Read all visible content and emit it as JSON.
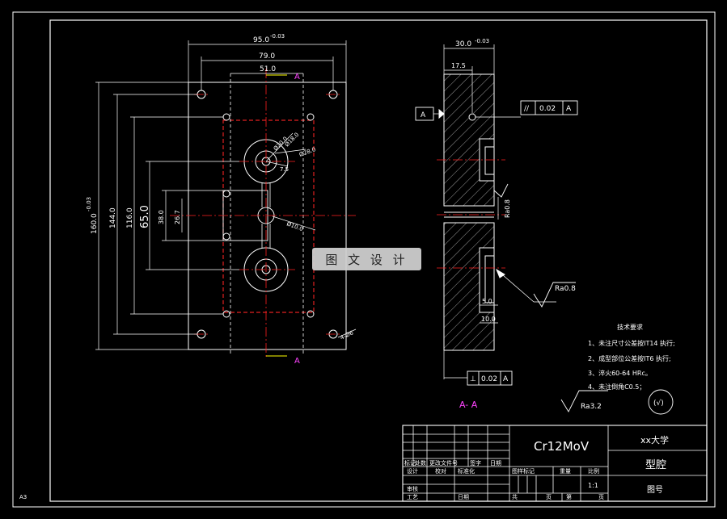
{
  "sheet": {
    "size_label": "A3"
  },
  "colors": {
    "background": "#000000",
    "line": "#ffffff",
    "center_line": "#ff2020",
    "hidden_line": "#e02020",
    "section_label": "#ff44ff",
    "cut_arrow": "#ffff00"
  },
  "front_view": {
    "dims": {
      "width_overall": "95.0",
      "width_overall_tol": "-0.03",
      "width_79": "79.0",
      "width_51": "51.0",
      "height_overall": "160.0",
      "height_overall_tol": "-0.03",
      "height_144": "144.0",
      "height_116": "116.0",
      "height_65": "65.0",
      "height_38": "38.0",
      "height_26": "26.7",
      "dia_20": "Ø20.0",
      "dia_18": "Ø18.0",
      "dia_28": "Ø28.0",
      "r_75": "7.5",
      "dia_10": "Ø10.0",
      "holes": "4-Ø6"
    },
    "section_mark": "A"
  },
  "side_view": {
    "dims": {
      "thickness": "30.0",
      "thickness_tol": "-0.03",
      "depth_17": "17.5",
      "dim_5": "5.0",
      "dim_10": "10.0"
    },
    "datum": "A",
    "parallel_tol": {
      "symbol": "//",
      "value": "0.02",
      "datum": "A"
    },
    "perp_tol": {
      "symbol": "⊥",
      "value": "0.02",
      "datum": "A"
    },
    "rough_08_a": "Ra0.8",
    "rough_08_b": "Ra0.8",
    "section_label": "A- A"
  },
  "tech_req": {
    "title": "技术要求",
    "items": [
      "1、未注尺寸公差按IT14 执行;",
      "2、成型部位公差按IT6 执行;",
      "3、淬火60-64 HRc。",
      "4、未注倒角C0.5；"
    ],
    "rough_general": "Ra3.2",
    "rough_other": "(√)"
  },
  "title_block": {
    "material": "Cr12MoV",
    "university": "xx大学",
    "part_name": "型腔",
    "drawing_no": "图号",
    "scale": "1:1",
    "headers": {
      "stage": "图样标记",
      "weight": "重量",
      "ratio": "比例"
    },
    "rev": [
      "标记",
      "处数",
      "更改文件号",
      "签字",
      "日期"
    ],
    "roles": [
      "设计",
      "校对",
      "标准化",
      "审核",
      "工艺",
      "日期"
    ],
    "sheets": [
      "共",
      "页",
      "第",
      "页"
    ]
  },
  "watermark": "图 文 设 计"
}
